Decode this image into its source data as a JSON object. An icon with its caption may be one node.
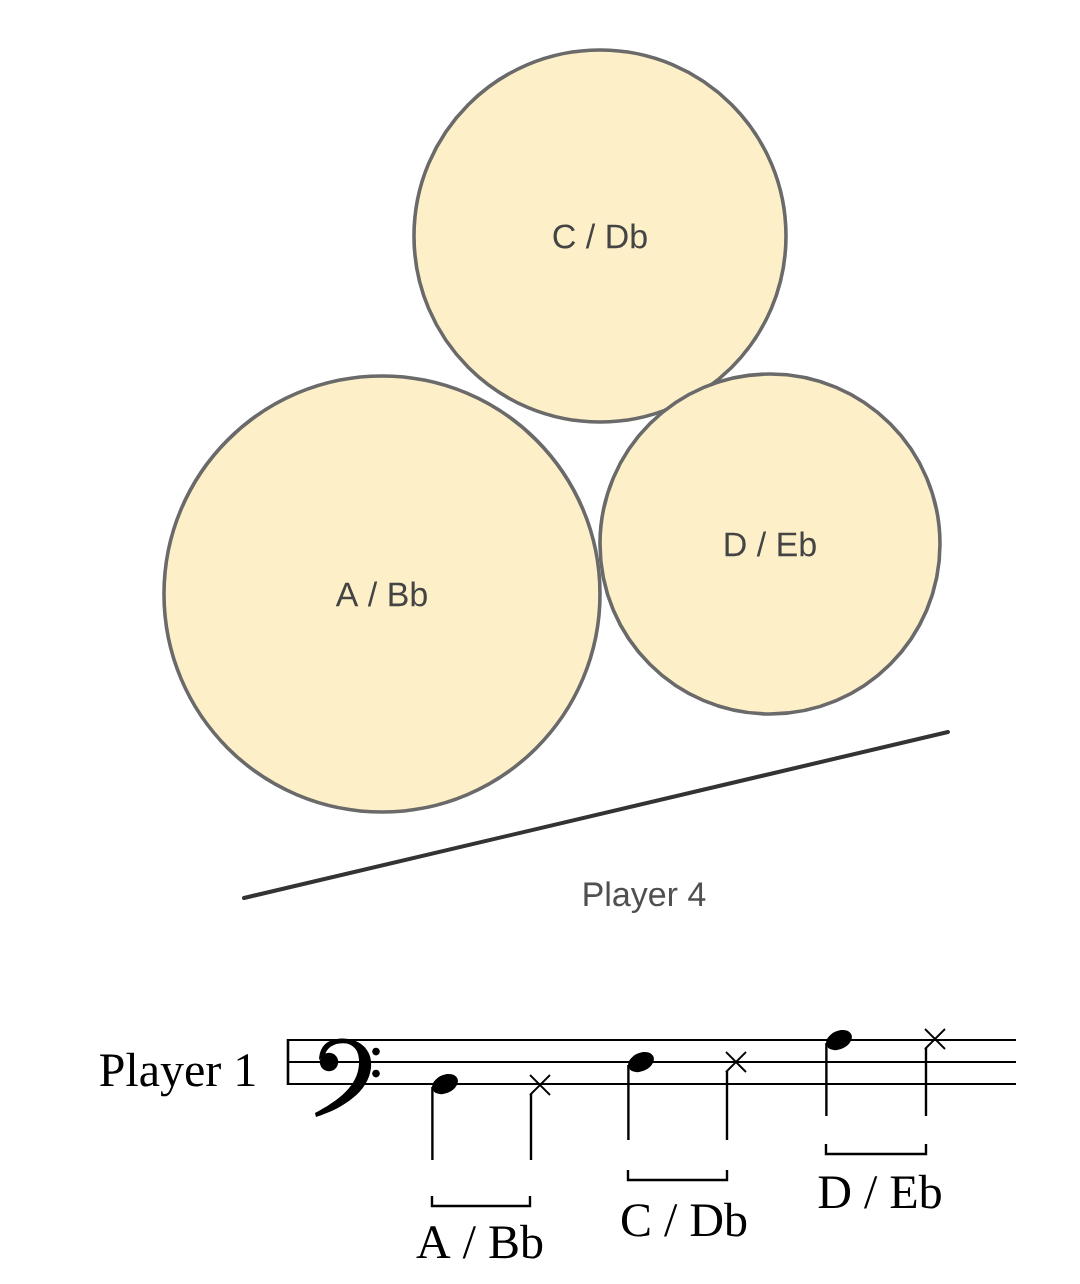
{
  "diagram": {
    "nodes": [
      {
        "text": [
          "C / Db"
        ]
      },
      {
        "text": [
          "A / Bb"
        ]
      },
      {
        "text": [
          "D / Eb"
        ]
      }
    ],
    "labels": [
      "Player 4",
      "Player 1",
      "A / Bb",
      "C / Db",
      "D / Eb"
    ]
  }
}
